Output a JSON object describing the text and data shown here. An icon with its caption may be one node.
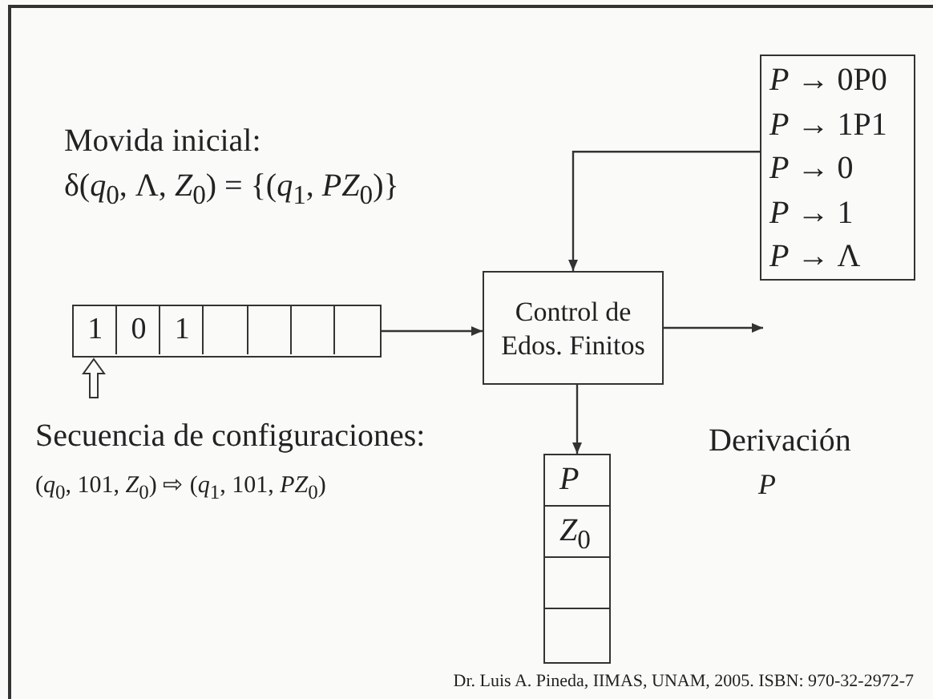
{
  "diagram": {
    "caption": "Dr. Luis A. Pineda, IIMAS, UNAM, 2005. ISBN: 970-32-2972-7",
    "nodes": [
      {
        "text": [
          "1",
          "0",
          "1"
        ]
      },
      {
        "text": [
          "Control de Edos. Finitos"
        ]
      },
      {
        "text": [
          "*P* → 0P0",
          "*P* → 1P1",
          "*P* → 0",
          "*P* → 1",
          "*P* → Λ"
        ]
      },
      {
        "text": [
          "*P*",
          "*Z*$_{0}$"
        ]
      }
    ],
    "edges": [
      {
        "from": 0,
        "to": 1,
        "arrow": "to"
      },
      {
        "from": 2,
        "to": 1,
        "arrow": "to"
      },
      {
        "from": 1,
        "to": 3,
        "arrow": "to"
      },
      {
        "from": 1,
        "to": null,
        "arrow": "to"
      }
    ],
    "labels": [
      "Movida inicial:",
      "δ(*q*$_{0}$, Λ, *Z*$_{0}$) = {(*q*$_{1}$, *PZ*$_{0}$)}",
      "Secuencia de configuraciones:",
      "(*q*$_{0}$, 101, *Z*$_{0}$) ⇨ (*q*$_{1}$, 101, *PZ*$_{0}$)",
      "Derivación",
      "*P*"
    ]
  }
}
